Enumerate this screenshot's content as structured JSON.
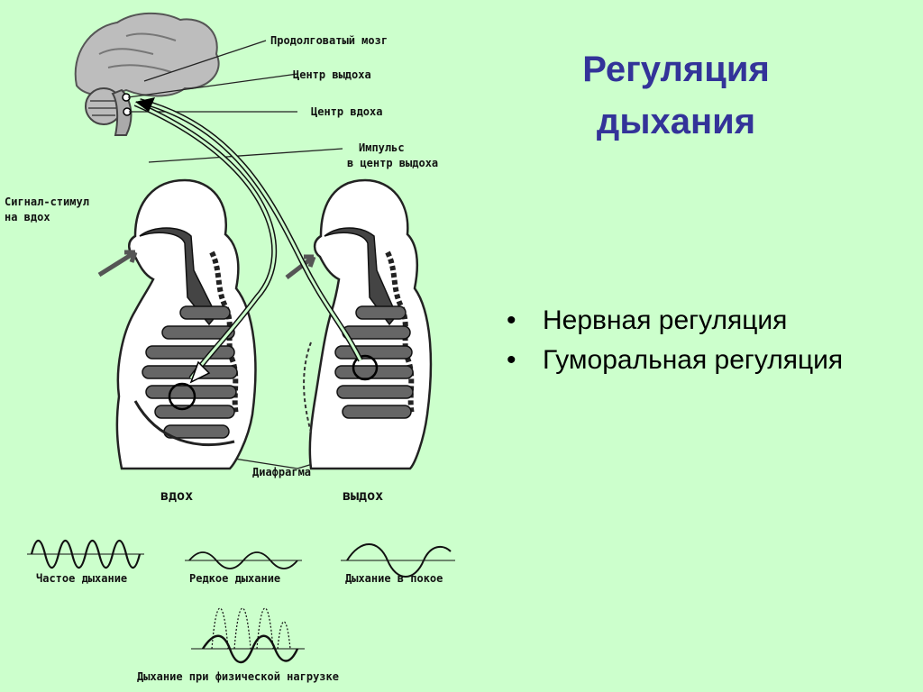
{
  "title": {
    "line1": "Регуляция",
    "line2": "дыхания"
  },
  "bullets": [
    "Нервная регуляция",
    "Гуморальная регуляция"
  ],
  "labels": {
    "medulla": "Продолговатый мозг",
    "exhale_center": "Центр выдоха",
    "inhale_center": "Центр вдоха",
    "impulse_line1": "Импульс",
    "impulse_line2": "в центр выдоха",
    "signal_line1": "Сигнал-стимул",
    "signal_line2": "на вдох",
    "diaphragm": "Диафрагма",
    "inhale": "вдох",
    "exhale": "выдох"
  },
  "waves": {
    "frequent": "Частое дыхание",
    "rare": "Редкое дыхание",
    "rest": "Дыхание в покое",
    "exercise": "Дыхание при физической нагрузке"
  },
  "colors": {
    "background": "#CCFFCC",
    "title": "#333399"
  }
}
